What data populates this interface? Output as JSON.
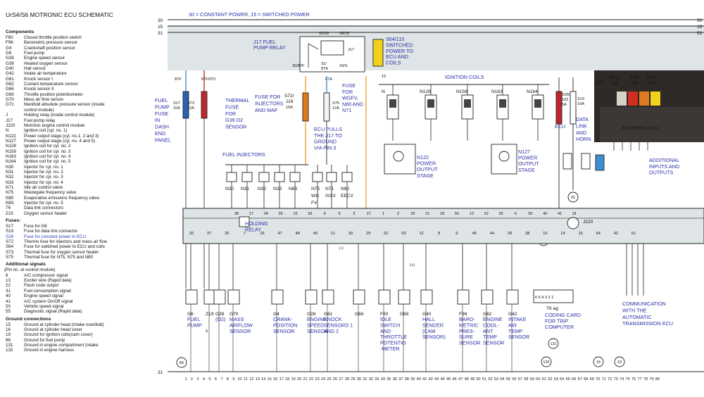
{
  "title": "UrS4/S6 MOTRONIC ECU SCHEMATIC",
  "legend": {
    "components_heading": "Components",
    "components": [
      {
        "code": "F60",
        "desc": "Closed throttle position switch"
      },
      {
        "code": "F96",
        "desc": "Barometric pressure sensor"
      },
      {
        "code": "G4",
        "desc": "Crankshaft position sensor"
      },
      {
        "code": "G6",
        "desc": "Fuel pump"
      },
      {
        "code": "G28",
        "desc": "Engine speed sensor"
      },
      {
        "code": "G39",
        "desc": "Heated oxygen sensor"
      },
      {
        "code": "G40",
        "desc": "Hall sensor"
      },
      {
        "code": "G42",
        "desc": "Intake air temperature"
      },
      {
        "code": "G61",
        "desc": "Knock sensor I"
      },
      {
        "code": "G62",
        "desc": "Coolant temperature sensor"
      },
      {
        "code": "G66",
        "desc": "Knock sensor II"
      },
      {
        "code": "G69",
        "desc": "Throttle position potentiometer"
      },
      {
        "code": "G70",
        "desc": "Mass air flow sensor"
      },
      {
        "code": "G71",
        "desc": "Manifold absolute pressure sensor (inside"
      },
      {
        "code": "",
        "desc": "control module)"
      },
      {
        "code": "J",
        "desc": "Holding relay (inside control module)"
      },
      {
        "code": "J17",
        "desc": "Fuel pump relay"
      },
      {
        "code": "J220",
        "desc": "Motronic engine control module"
      },
      {
        "code": "N",
        "desc": "Ignition coil (cyl. no. 1)"
      },
      {
        "code": "N122",
        "desc": "Power output stage (cyl. no.1, 2 and 3)"
      },
      {
        "code": "N127",
        "desc": "Power output stage (cyl. no. 4 and 5)"
      },
      {
        "code": "N128",
        "desc": "Ignition coil for cyl. no. 2"
      },
      {
        "code": "N158",
        "desc": "Ignition coil for cyl. no. 3"
      },
      {
        "code": "N163",
        "desc": "Ignition coil for cyl. no. 4"
      },
      {
        "code": "N164",
        "desc": "Ignition coil for cyl. no. 5"
      },
      {
        "code": "N30",
        "desc": "Injector for cyl. no. 1"
      },
      {
        "code": "N31",
        "desc": "Injector for cyl. no. 2"
      },
      {
        "code": "N32",
        "desc": "Injector for cyl. no. 3"
      },
      {
        "code": "N33",
        "desc": "Injector for cyl. no. 4"
      },
      {
        "code": "N71",
        "desc": "Idle air control valve"
      },
      {
        "code": "N75",
        "desc": "Wastegate frequency valve"
      },
      {
        "code": "N80",
        "desc": "Evaporative emissions frequency valve"
      },
      {
        "code": "N83",
        "desc": "Injector for cyl. no. 5"
      },
      {
        "code": "T6",
        "desc": "Data link connectors"
      },
      {
        "code": "Z19",
        "desc": "Oxygen sensor heater"
      }
    ],
    "fuses_heading": "Fuses:",
    "fuses": [
      {
        "code": "S17",
        "desc": "Fuse for G6",
        "style": ""
      },
      {
        "code": "S19",
        "desc": "Fuse for data link connector",
        "style": ""
      },
      {
        "code": "S26",
        "desc": "Fuse for constant power to ECU",
        "style": "hl"
      },
      {
        "code": "S72",
        "desc": "Thermo fuse for injectors and mass air flow",
        "style": ""
      },
      {
        "code": "S64",
        "desc": "Fuse for switched power to ECU and coils",
        "style": ""
      },
      {
        "code": "S73",
        "desc": "Thermal fuse for oxygen sensor heater",
        "style": ""
      },
      {
        "code": "S75",
        "desc": "Thermal fuse for N75, N75 and N80",
        "style": ""
      }
    ],
    "signals_heading": "Additional signals",
    "signals_sub": "(Pin no. at control module)",
    "signals": [
      {
        "code": "6",
        "desc": "A/C compressor signal"
      },
      {
        "code": "13",
        "desc": "Exciter wire (Rapid data)"
      },
      {
        "code": "22",
        "desc": "Flash code output"
      },
      {
        "code": "31",
        "desc": "Fuel consumption signal"
      },
      {
        "code": "40",
        "desc": "Engine speed signal"
      },
      {
        "code": "41",
        "desc": "A/C system On/Off signal"
      },
      {
        "code": "50",
        "desc": "Vehicle speed signal"
      },
      {
        "code": "55",
        "desc": "Diagnostic signal (Rapid data)"
      }
    ],
    "ground_heading": "Ground connections",
    "grounds": [
      {
        "code": "15",
        "desc": "Ground at cylinder head (intake manifold)"
      },
      {
        "code": "16",
        "desc": "Ground at cylinder head cover"
      },
      {
        "code": "19",
        "desc": "Ground for ignition coils(cam cover)"
      },
      {
        "code": "66",
        "desc": "Ground for fuel pump"
      },
      {
        "code": "131",
        "desc": "Ground in engine compartment (intake"
      },
      {
        "code": "132",
        "desc": "Ground in engine harness"
      }
    ]
  },
  "diagram": {
    "power_note": "30 = CONSTANT POWER, 15 = SWITCHED POWER",
    "rails": {
      "r30": "30",
      "r15": "15",
      "r31": "31"
    },
    "relay": {
      "lines": [
        "J17 FUEL",
        "PUMP RELAY"
      ],
      "ref": "J17",
      "p1": "32/30",
      "p2": "28/15",
      "p3": "30/87F",
      "p4": "31/",
      "p5": "87A",
      "p6": "29/S",
      "tag_87f": "87F",
      "tag_87fdti": "87F/DTI",
      "tag_87a": "87A"
    },
    "s64": {
      "lines": [
        "S64/115",
        "SWITCHED",
        "POWER TO",
        "ECU AND",
        "COILS"
      ],
      "tag15": "15"
    },
    "fuel_pump_fuse": {
      "lines": [
        "FUEL",
        "PUMP",
        "FUSE",
        "IN",
        "DASH",
        "END",
        "PANEL"
      ]
    },
    "s17": {
      "l1": "S17",
      "l2": "15A"
    },
    "s73": {
      "l1": "S73",
      "l2": "12A"
    },
    "thermal": {
      "lines": [
        "THERMAL",
        "FUSE",
        "FOR",
        "G39 O2",
        "SENSOR"
      ]
    },
    "inj_fuse": {
      "lines": [
        "FUSE FOR",
        "INJECTORS",
        "AND MAF"
      ]
    },
    "s72": {
      "l1": "S72/",
      "l2": "116",
      "l3": "15A"
    },
    "s75": {
      "l1": "S75",
      "l2": "12A"
    },
    "wgfv_fuse": {
      "lines": [
        "FUSE",
        "FOR",
        "WGFV,",
        "N80 AND",
        "N71"
      ]
    },
    "ignition_coils": "IGNITION COILS",
    "coils": [
      "N",
      "N128",
      "N158",
      "N163",
      "N164"
    ],
    "ecu_pulls": {
      "lines": [
        "ECU PULLS",
        "THE J17 TO",
        "GROUND",
        "VIA PIN 3"
      ]
    },
    "s26": {
      "l1": "S26/",
      "l2": "102",
      "l3": "5A"
    },
    "s19": {
      "l1": "S19",
      "l2": "10A"
    },
    "ecu_note": "ECU",
    "datalink": {
      "lines": [
        "DATA",
        "LINK",
        "AND",
        "HORN"
      ]
    },
    "photo": {
      "labels": [
        "S75",
        "S72/",
        "116",
        "S26/",
        "102",
        "S64/",
        "115"
      ],
      "caption": "MOTRONIC ECU"
    },
    "n122": {
      "lines": [
        "N122",
        "POWER",
        "OUTPUT",
        "STAGE"
      ]
    },
    "n127": {
      "lines": [
        "N127",
        "POWER",
        "OUTPUT",
        "STAGE"
      ]
    },
    "fuel_injectors": "FUEL INJECTORS",
    "injectors": [
      "N30",
      "N31",
      "N32",
      "N33",
      "N83"
    ],
    "valves": [
      "N75",
      "N71",
      "N80"
    ],
    "valve_notes": [
      "WG",
      "ISSV",
      "EECV"
    ],
    "valve_note_fv": "FV",
    "additional": {
      "lines": [
        "ADDITIONAL",
        "INPUTS AND",
        "OUTPUTS"
      ]
    },
    "ecu_label": "J220",
    "holding_relay": {
      "lines": [
        "HOLDING",
        "RELAY"
      ]
    },
    "ground_refs": [
      "132",
      "19",
      "31",
      "66",
      "132",
      "15",
      "16",
      "131"
    ],
    "bottom_components": [
      {
        "ref": "G6",
        "lines": [
          "FUEL",
          "PUMP"
        ]
      },
      {
        "ref": "Z19",
        "lines": []
      },
      {
        "ref": "G39",
        "lines": [
          "(O2)"
        ]
      },
      {
        "ref": "G70",
        "lines": [
          "MASS",
          "AIRFLOW",
          "SENSOR"
        ]
      },
      {
        "ref": "G4",
        "lines": [
          "CRANK-",
          "POSITION",
          "SENSOR"
        ]
      },
      {
        "ref": "G28",
        "lines": [
          "ENGINE",
          "SPEED",
          "SENSOR"
        ]
      },
      {
        "ref": "G61",
        "lines": [
          "KNOCK",
          "SENSORS 1",
          "AND 2"
        ]
      },
      {
        "ref": "G66",
        "lines": []
      },
      {
        "ref": "F60",
        "lines": [
          "IDLE",
          "SWITCH",
          "AND",
          "THROTTLE",
          "POTENTIO",
          "-METER"
        ]
      },
      {
        "ref": "G69",
        "lines": []
      },
      {
        "ref": "G40",
        "lines": [
          "HALL",
          "SENDER",
          "(CAM",
          "SENSOR)"
        ]
      },
      {
        "ref": "F96",
        "lines": [
          "BARO-",
          "METRIC",
          "PRES-",
          "SURE",
          "SENSOR"
        ]
      },
      {
        "ref": "G62",
        "lines": [
          "ENGINE",
          "COOL-",
          "ANT",
          "TEMP",
          "SENSOR"
        ]
      },
      {
        "ref": "G42",
        "lines": [
          "INTAKE",
          "AIR",
          "TEMP",
          "SENSOR"
        ]
      }
    ],
    "lambda": "λ",
    "t6": {
      "ref": "T6 ag",
      "lines": [
        "CODING CARD",
        "FOR TRIP",
        "COMPUTER"
      ],
      "pins": "6 5 4 3 2 1"
    },
    "comm": {
      "lines": [
        "COMMUNICATION",
        "WITH THE",
        "AUTOMATIC",
        "TRANSMISSION ECU"
      ]
    },
    "top_pins": [
      "36",
      "17",
      "34",
      "35",
      "16",
      "33",
      "4",
      "5",
      "3",
      "27",
      "1",
      "2",
      "23",
      "21",
      "18",
      "55",
      "13",
      "22",
      "32",
      "6",
      "50",
      "40",
      "41",
      "31"
    ],
    "low_pins": [
      "26",
      "37",
      "25",
      "7",
      "26",
      "47",
      "48",
      "49",
      "11",
      "30",
      "29",
      "52",
      "53",
      "12",
      "8",
      "9",
      "45",
      "44",
      "39",
      "38",
      "10",
      "14",
      "15",
      "54",
      "42",
      "51"
    ],
    "polarity": [
      "(-)",
      "(+)"
    ],
    "bottom_numbers": [
      "1",
      "2",
      "3",
      "4",
      "5",
      "6",
      "7",
      "8",
      "9",
      "10",
      "11",
      "12",
      "13",
      "14",
      "15",
      "16",
      "17",
      "18",
      "19",
      "20",
      "21",
      "22",
      "23",
      "24",
      "25",
      "26",
      "27",
      "28",
      "29",
      "30",
      "31",
      "32",
      "33",
      "34",
      "35",
      "36",
      "37",
      "38",
      "39",
      "40",
      "41",
      "42",
      "43",
      "44",
      "45",
      "46",
      "47",
      "48",
      "49",
      "50",
      "51",
      "52",
      "53",
      "54",
      "55",
      "56",
      "57",
      "58",
      "59",
      "60",
      "61",
      "62",
      "63",
      "64",
      "65",
      "66",
      "67",
      "68",
      "69",
      "70",
      "71",
      "72",
      "73",
      "74",
      "75",
      "76",
      "77",
      "78",
      "79",
      "80"
    ]
  },
  "colors": {
    "annotation": "#2a2fa6",
    "fuse_red": "#c0262b",
    "fuse_blue": "#2962b3",
    "fuse_orange": "#e07a1f",
    "fuse_yellow": "#f0d21c",
    "wire_orange": "#e8a23a",
    "wire_blue": "#3f8fd0",
    "wire_red": "#c0262b",
    "panel": "#dfe4e6"
  }
}
